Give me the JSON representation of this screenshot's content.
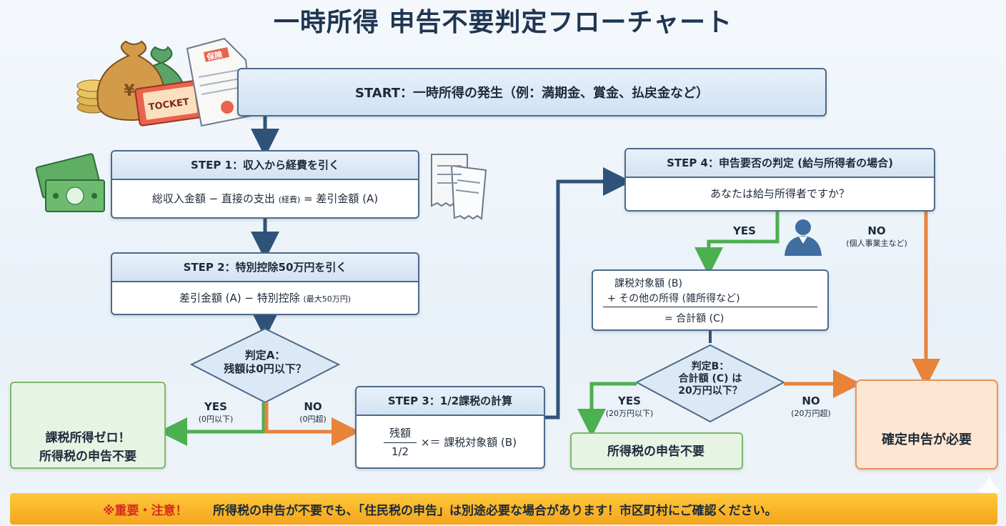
{
  "title": "一時所得 申告不要判定フローチャート",
  "start": "START：一時所得の発生（例：満期金、賞金、払戻金など）",
  "ticket_text": "TOCKET",
  "doc_text": "保険",
  "step1": {
    "header": "STEP 1：収入から経費を引く",
    "body_main": "総収入金額 − 直接の支出",
    "body_small": "(経費)",
    "body_end": "= 差引金額 (A)"
  },
  "step2": {
    "header": "STEP 2：特別控除50万円を引く",
    "body_main": "差引金額 (A) − 特別控除",
    "body_small": "(最大50万円)"
  },
  "decisionA": {
    "line1": "判定A：",
    "line2": "残額は0円以下？"
  },
  "decisionA_yes": {
    "main": "YES",
    "sub": "(0円以下)"
  },
  "decisionA_no": {
    "main": "NO",
    "sub": "(0円超)"
  },
  "result_zero": {
    "line1": "課税所得ゼロ！",
    "line2": "所得税の申告不要"
  },
  "step3": {
    "header": "STEP 3：1/2課税の計算",
    "numerator": "残額",
    "denominator": "1/2",
    "body_end": "×＝ 課税対象額 (B)"
  },
  "step4": {
    "header": "STEP 4：申告要否の判定 (給与所得者の場合)",
    "body": "あなたは給与所得者ですか？"
  },
  "step4_yes": "YES",
  "step4_no": {
    "main": "NO",
    "sub": "(個人事業主など)"
  },
  "calc": {
    "line1": "課税対象額 (B)",
    "line2": "+ その他の所得 (雑所得など)",
    "line3": "= 合計額 (C)"
  },
  "decisionB": {
    "line1": "判定B：",
    "line2": "合計額 (C) は",
    "line3": "20万円以下？"
  },
  "decisionB_yes": {
    "main": "YES",
    "sub": "(20万円以下)"
  },
  "decisionB_no": {
    "main": "NO",
    "sub": "(20万円超)"
  },
  "result_ok": "所得税の申告不要",
  "result_required": "確定申告が必要",
  "warning": {
    "prefix": "※重要・注意！",
    "text": "所得税の申告が不要でも、「住民税の申告」は別途必要な場合があります！市区町村にご確認ください。"
  },
  "colors": {
    "navy": "#2f5378",
    "green": "#4caf50",
    "orange": "#e8833a",
    "warning_bar": "#f7b52a",
    "warning_red": "#d62b1f"
  }
}
